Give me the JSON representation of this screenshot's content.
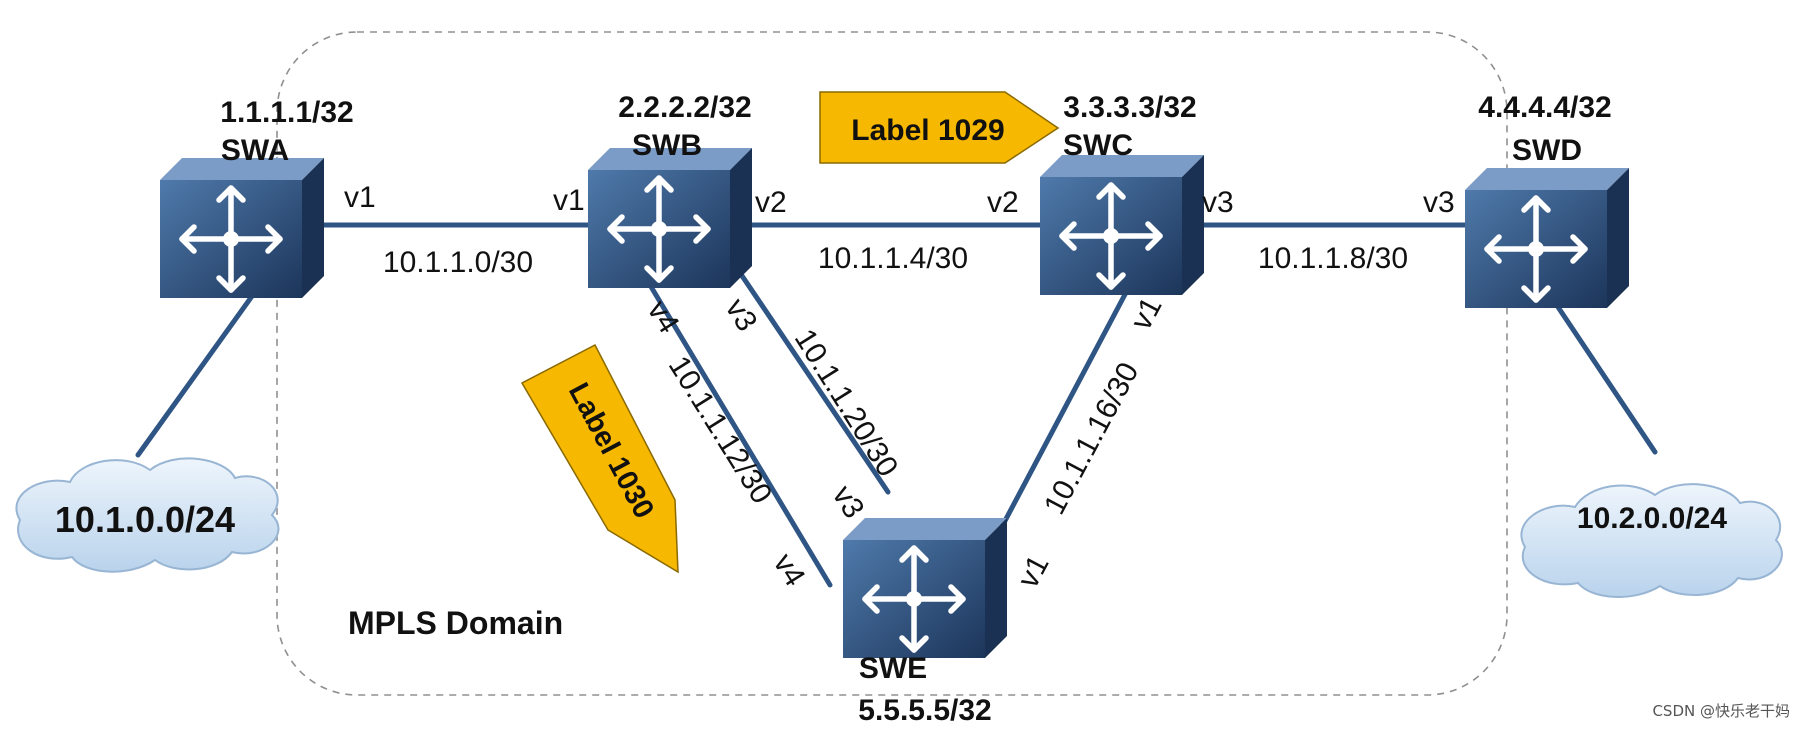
{
  "domain_label": "MPLS Domain",
  "colors": {
    "switch_dark": "#203a60",
    "switch_mid": "#3d6596",
    "line": "#2f5585",
    "label_fill": "#f6b800",
    "cloud": "#cfe1f3"
  },
  "switches": [
    {
      "id": "SWA",
      "name": "SWA",
      "address": "1.1.1.1/32",
      "icon": "switch-arrows-icon"
    },
    {
      "id": "SWB",
      "name": "SWB",
      "address": "2.2.2.2/32",
      "icon": "switch-arrows-icon"
    },
    {
      "id": "SWC",
      "name": "SWC",
      "address": "3.3.3.3/32",
      "icon": "switch-arrows-icon"
    },
    {
      "id": "SWD",
      "name": "SWD",
      "address": "4.4.4.4/32",
      "icon": "switch-arrows-icon"
    },
    {
      "id": "SWE",
      "name": "SWE",
      "address": "5.5.5.5/32",
      "icon": "switch-arrows-icon"
    }
  ],
  "links": [
    {
      "from": "SWA",
      "to": "SWB",
      "subnet": "10.1.1.0/30",
      "from_port": "v1",
      "to_port": "v1"
    },
    {
      "from": "SWB",
      "to": "SWC",
      "subnet": "10.1.1.4/30",
      "from_port": "v2",
      "to_port": "v2"
    },
    {
      "from": "SWC",
      "to": "SWD",
      "subnet": "10.1.1.8/30",
      "from_port": "v3",
      "to_port": "v3"
    },
    {
      "from": "SWB",
      "to": "SWE",
      "subnet": "10.1.1.12/30",
      "from_port": "v4",
      "to_port": "v4"
    },
    {
      "from": "SWB",
      "to": "SWE",
      "subnet": "10.1.1.20/30",
      "from_port": "v3",
      "to_port": "v3"
    },
    {
      "from": "SWC",
      "to": "SWE",
      "subnet": "10.1.1.16/30",
      "from_port": "v1",
      "to_port": "v1"
    }
  ],
  "networks": [
    {
      "id": "net-left",
      "label": "10.1.0.0/24",
      "attached_to": "SWA"
    },
    {
      "id": "net-right",
      "label": "10.2.0.0/24",
      "attached_to": "SWD"
    }
  ],
  "labels": [
    {
      "text": "Label 1029",
      "direction": "right"
    },
    {
      "text": "Label 1030",
      "direction": "down"
    }
  ],
  "watermark": "CSDN @快乐老干妈"
}
